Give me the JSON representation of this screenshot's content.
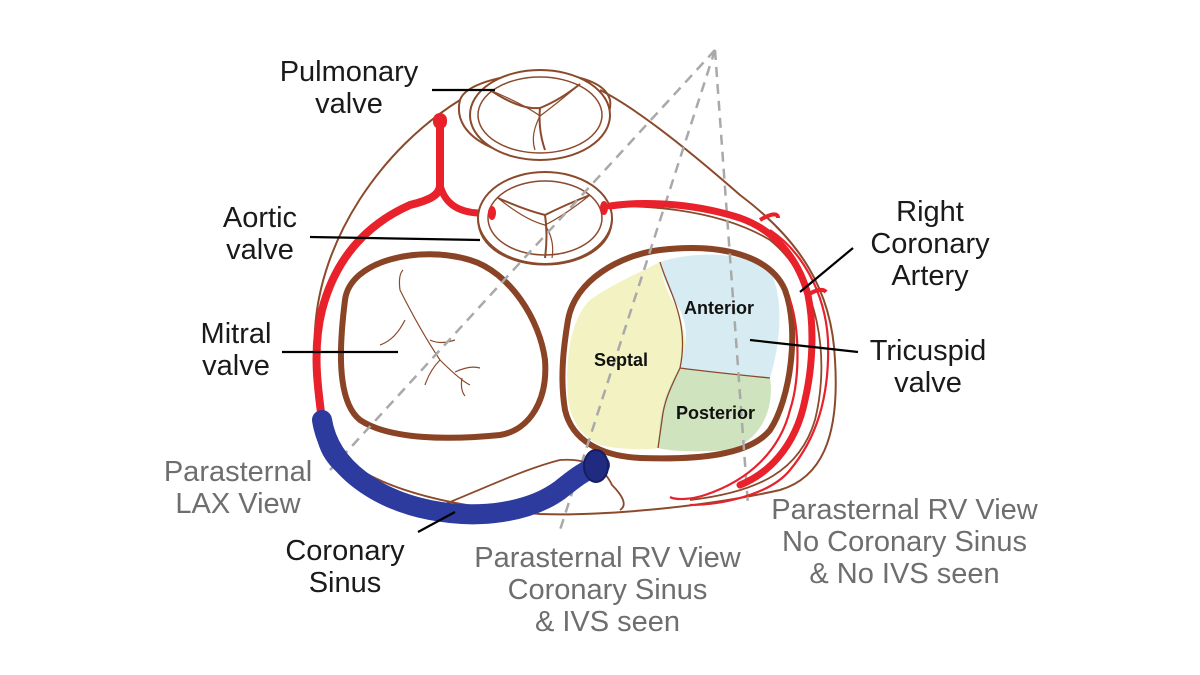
{
  "labels": {
    "pulmonary_valve": [
      "Pulmonary",
      "valve"
    ],
    "aortic_valve": [
      "Aortic",
      "valve"
    ],
    "mitral_valve": [
      "Mitral",
      "valve"
    ],
    "rca": [
      "Right",
      "Coronary",
      "Artery"
    ],
    "tricuspid_valve": [
      "Tricuspid",
      "valve"
    ],
    "coronary_sinus": [
      "Coronary",
      "Sinus"
    ],
    "lax_view": [
      "Parasternal",
      "LAX View"
    ],
    "rv_view_cs": [
      "Parasternal RV View",
      "Coronary Sinus",
      "& IVS seen"
    ],
    "rv_view_no_cs": [
      "Parasternal RV View",
      "No Coronary Sinus",
      "& No IVS seen"
    ]
  },
  "leaflets": {
    "septal": "Septal",
    "anterior": "Anterior",
    "posterior": "Posterior"
  },
  "colors": {
    "outline": "#8b4a2b",
    "annulus": "#8a4324",
    "artery": "#e8212b",
    "sinus": "#2d3a9e",
    "dashed": "#a9a9a9",
    "septal_fill": "#f2f2c2",
    "anterior_fill": "#d6ecf2",
    "posterior_fill": "#cfe3be"
  }
}
